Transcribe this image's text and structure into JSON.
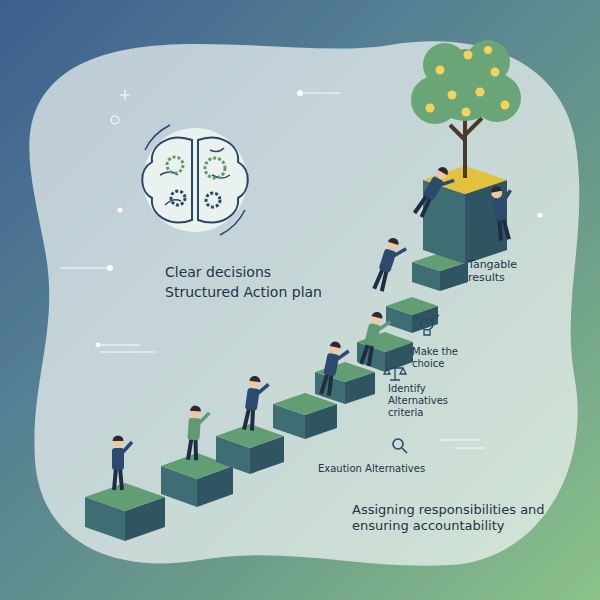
{
  "diagram": {
    "labels": [
      "Clear decisions",
      "Structured Action plan",
      "Tangable results",
      "Make the choice",
      "Identify Alternatives criteria",
      "Exaution Alternatives",
      "Assigning responsibilities and ensuring accountability"
    ]
  }
}
